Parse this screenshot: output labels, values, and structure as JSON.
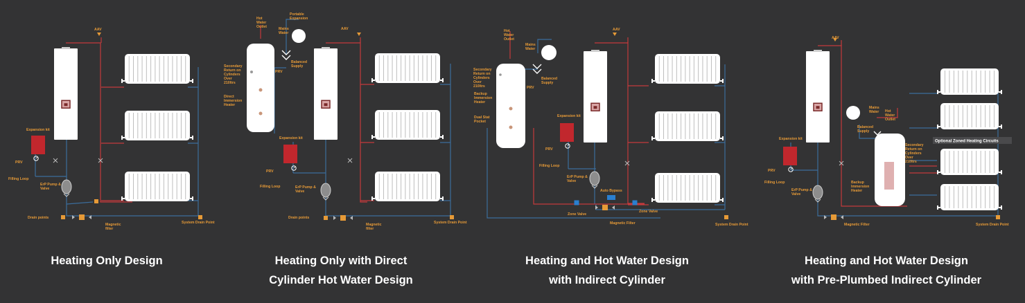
{
  "colors": {
    "background": "#333334",
    "unit": "#ffffff",
    "flow_pipe": "#c53a3c",
    "return_pipe": "#3b6d9c",
    "label": "#e69a37",
    "expansion_vessel": "#c1272d",
    "drain": "#e69a37",
    "zone_valve": "#2a7fd0"
  },
  "diagrams": [
    {
      "caption_lines": [
        "Heating Only Design"
      ],
      "labels": {
        "aav": "AAV",
        "expansion_kit": "Expansion kit",
        "prv": "PRV",
        "filling_loop": "Filling Loop",
        "pump": "ErP Pump & Valve",
        "drain_points": "Drain points",
        "magnetic_filter": "Magnetic filter",
        "system_drain": "System Drain Point"
      }
    },
    {
      "caption_lines": [
        "Heating Only with Direct",
        "Cylinder Hot Water Design"
      ],
      "labels": {
        "hot_water_outlet": "Hot Water Outlet",
        "mains_water": "Mains Water",
        "portable_expansion": "Portable Expansion",
        "balanced_supply": "Balanced Supply",
        "secondary_return": "Secondary Return on Cylinders Over 210ltrs",
        "prv_cyl": "PRV",
        "direct_heater": "Direct Immersion Heater",
        "aav": "AAV",
        "expansion_kit": "Expansion kit",
        "prv": "PRV",
        "filling_loop": "Filling Loop",
        "pump": "ErP Pump & Valve",
        "drain_points": "Drain points",
        "magnetic_filter": "Magnetic filter",
        "system_drain": "System Drain Point"
      }
    },
    {
      "caption_lines": [
        "Heating and Hot Water Design",
        "with Indirect Cylinder"
      ],
      "labels": {
        "hot_water_outlet": "Hot Water Outlet",
        "mains_water": "Mains Water",
        "secondary_return": "Secondary Return on Cylinders Over 210ltrs",
        "balanced_supply": "Balanced Supply",
        "prv_cyl": "PRV",
        "backup_heater": "Backup Immersion Heater",
        "dual_stat": "Dual Stat Pocket",
        "aav": "AAV",
        "expansion_kit": "Expansion kit",
        "prv": "PRV",
        "filling_loop": "Filling Loop",
        "pump": "ErP Pump & Valve",
        "auto_bypass": "Auto Bypass",
        "zone_valve_1": "Zone Valve",
        "zone_valve_2": "Zone Valve",
        "magnetic_filter": "Magnetic Filter",
        "system_drain": "System Drain Point"
      }
    },
    {
      "caption_lines": [
        "Heating and Hot Water Design",
        "with Pre-Plumbed Indirect Cylinder"
      ],
      "labels": {
        "aav": "AAV",
        "mains_water": "Mains Water",
        "hot_water_outlet": "Hot Water Outlet",
        "balanced_supply": "Balanced Supply",
        "secondary_return": "Secondary Return on Cylinders Over 210ltrs",
        "optional_zoned": "Optional Zoned Heating Circuits",
        "backup_heater": "Backup Immersion Heater",
        "expansion_kit": "Expansion kit",
        "prv": "PRV",
        "filling_loop": "Filling Loop",
        "pump": "ErP Pump & Valve",
        "magnetic_filter": "Magnetic Filter",
        "system_drain": "System Drain Point"
      }
    }
  ]
}
